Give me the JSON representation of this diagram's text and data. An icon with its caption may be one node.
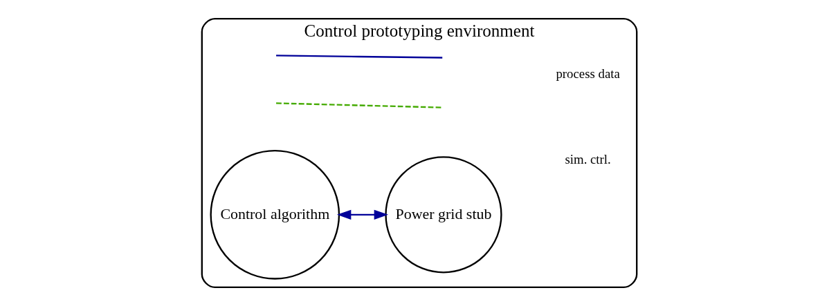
{
  "diagram": {
    "nodes": [
      {
        "text": [
          "Control prototyping environment"
        ]
      },
      {
        "text": [
          "Power grid stub"
        ],
        "in": 0
      },
      {
        "text": [
          "Control algorithm"
        ],
        "in": 0
      }
    ],
    "edges": [
      {
        "from": 2,
        "to": 1,
        "arrow": "both",
        "color": "#000099"
      }
    ],
    "legend": [
      {
        "text": "process data"
      },
      {
        "text": "sim. ctrl."
      }
    ]
  }
}
